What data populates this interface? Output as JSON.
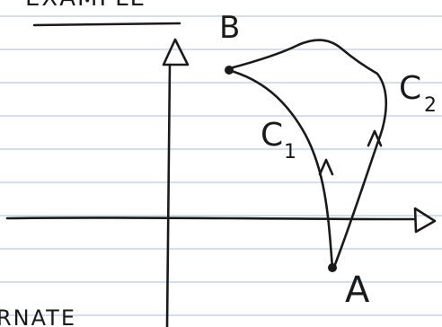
{
  "header_text_clipped": "EXAMPLE",
  "side_text_clipped": "RNATE",
  "points": {
    "start": "A",
    "end": "B"
  },
  "curves": {
    "c1": "C",
    "c1_subscript": "1",
    "c2": "C",
    "c2_subscript": "2"
  },
  "colors": {
    "paper": "#ffffff",
    "rule_line": "#b9cbe6",
    "ink": "#1a1a1a"
  }
}
